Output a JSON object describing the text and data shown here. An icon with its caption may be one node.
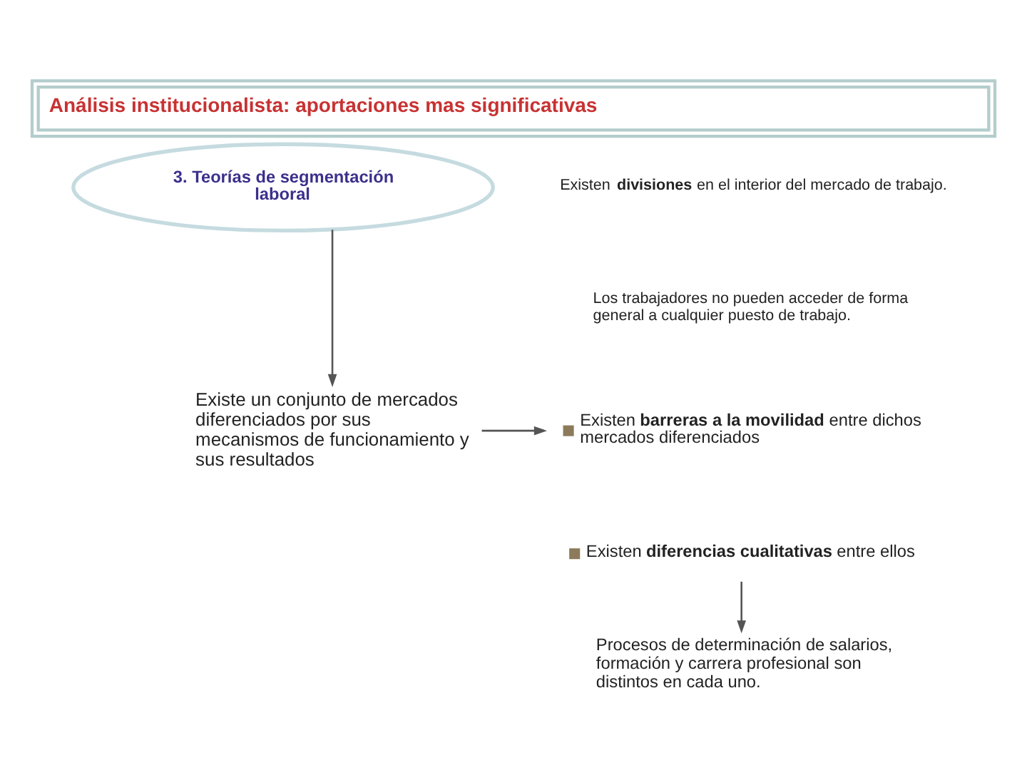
{
  "diagram": {
    "title": "Análisis institucionalista: aportaciones mas significativas",
    "nodes": [
      {
        "text": [
          "3. Teorías de segmentación laboral"
        ]
      },
      {
        "text": [
          "Existe un conjunto de mercados diferenciados por sus mecanismos de funcionamiento y sus resultados"
        ]
      },
      {
        "text": [
          "Existen **barreras a la movilidad** entre dichos mercados diferenciados"
        ]
      },
      {
        "text": [
          "Existen **diferencias cualitativas** entre ellos"
        ]
      },
      {
        "text": [
          "Procesos de determinación de salarios, formación y carrera profesional son distintos en cada uno."
        ]
      }
    ],
    "edges": [
      {
        "from": 0,
        "to": 1,
        "arrow": "to"
      },
      {
        "from": 1,
        "to": 2,
        "arrow": "to"
      },
      {
        "from": 3,
        "to": 4,
        "arrow": "to"
      }
    ],
    "labels": [
      "Existen **divisiones** en el interior del mercado de trabajo.",
      "Los trabajadores no pueden acceder de forma general a cualquier puesto de trabajo."
    ]
  }
}
